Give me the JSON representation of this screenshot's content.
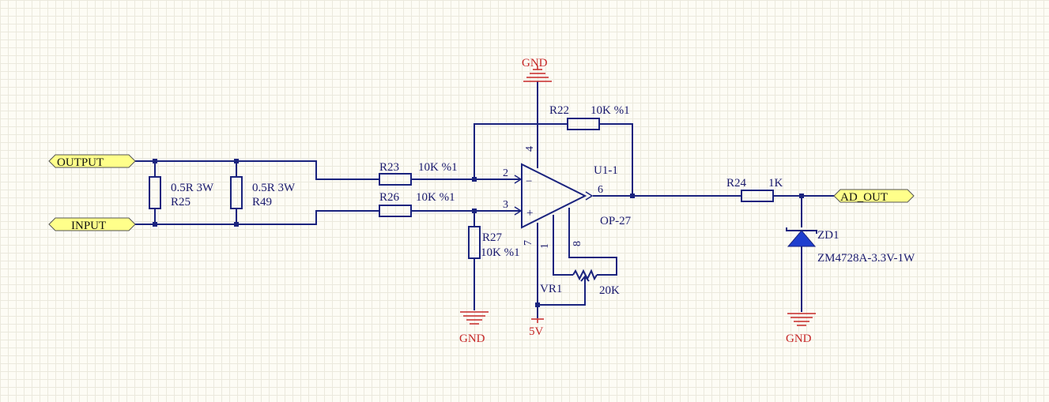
{
  "ports": {
    "output": "OUTPUT",
    "input": "INPUT",
    "ad_out": "AD_OUT"
  },
  "components": {
    "r25": {
      "ref": "R25",
      "value": "0.5R 3W"
    },
    "r49": {
      "ref": "R49",
      "value": "0.5R 3W"
    },
    "r23": {
      "ref": "R23",
      "value": "10K %1"
    },
    "r26": {
      "ref": "R26",
      "value": "10K %1"
    },
    "r22": {
      "ref": "R22",
      "value": "10K %1"
    },
    "r27": {
      "ref": "R27",
      "value": "10K %1"
    },
    "r24": {
      "ref": "R24",
      "value": "1K"
    },
    "u1": {
      "ref": "U1-1",
      "value": "OP-27"
    },
    "vr1": {
      "ref": "VR1",
      "value": "20K"
    },
    "zd1": {
      "ref": "ZD1",
      "value": "ZM4728A-3.3V-1W"
    }
  },
  "opamp_pins": {
    "inv": "2",
    "noninv": "3",
    "out": "6",
    "v_top": "4",
    "v_bottom": "7",
    "null1": "1",
    "null8": "8",
    "minus_sign": "−",
    "plus_sign": "+"
  },
  "power": {
    "gnd_top": "GND",
    "gnd_r27": "GND",
    "gnd_zd1": "GND",
    "supply_5v": "5V"
  },
  "colors": {
    "wire": "#1a237e",
    "power": "#c62828",
    "diode_fill": "#1e3ecf",
    "port_fill": "#ffff8a"
  }
}
